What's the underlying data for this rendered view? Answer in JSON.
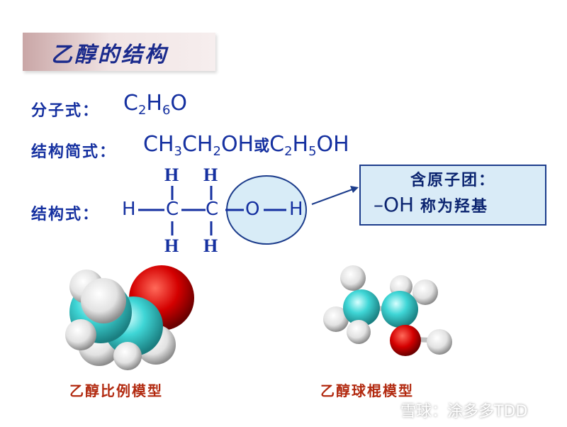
{
  "title": "乙醇的结构",
  "molecular_formula": {
    "label": "分子式：",
    "parts": [
      "C",
      "2",
      "H",
      "6",
      "O"
    ]
  },
  "structural_simple": {
    "label": "结构简式：",
    "parts": [
      "CH",
      "3",
      "CH",
      "2",
      "OH",
      "或",
      "C",
      "2",
      "H",
      "5",
      "OH"
    ]
  },
  "structural_formula": {
    "label": "结构式：",
    "atoms": {
      "h": "H",
      "c": "C",
      "o": "O"
    }
  },
  "callout": {
    "title": "含原子团：",
    "group": "–OH",
    "text": "称为羟基"
  },
  "colors": {
    "text_blue": "#1530a0",
    "caption_red": "#b22a10",
    "carbon": "#3fd6d6",
    "oxygen": "#d40000",
    "hydrogen": "#f2f2f2"
  },
  "captions": {
    "space_filling": "乙醇比例模型",
    "ball_stick": "乙醇球棍模型"
  },
  "watermark": "雪球：涂多多TDD"
}
